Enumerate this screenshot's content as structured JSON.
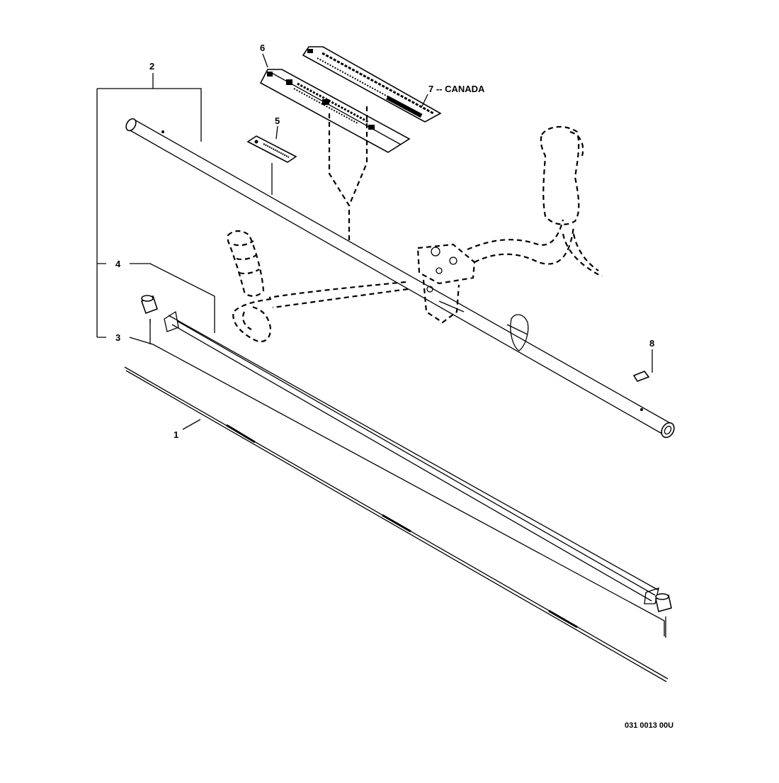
{
  "diagram": {
    "callouts": [
      {
        "id": "1",
        "label": "1"
      },
      {
        "id": "2",
        "label": "2"
      },
      {
        "id": "3",
        "label": "3"
      },
      {
        "id": "4",
        "label": "4"
      },
      {
        "id": "5",
        "label": "5"
      },
      {
        "id": "6",
        "label": "6"
      },
      {
        "id": "7",
        "label": "7 -- CANADA"
      },
      {
        "id": "8",
        "label": "8"
      }
    ],
    "reference_code": "031 0013 00U"
  }
}
